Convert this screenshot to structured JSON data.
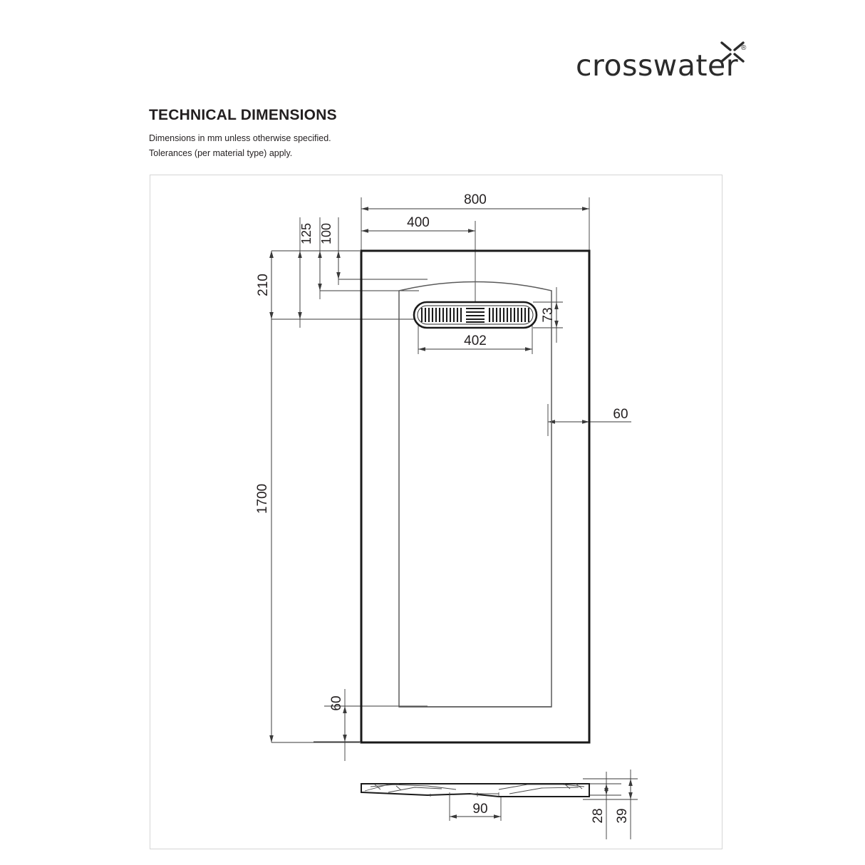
{
  "brand": {
    "name": "crosswater",
    "mark": "cross-x-icon",
    "registered": "®"
  },
  "header": {
    "title": "TECHNICAL DIMENSIONS",
    "subtitle_1": "Dimensions in mm unless otherwise specified.",
    "subtitle_2": "Tolerances (per material type) apply."
  },
  "drawing": {
    "units": "mm",
    "views": [
      {
        "name": "plan-view",
        "label": ""
      },
      {
        "name": "side-profile-view",
        "label": ""
      }
    ],
    "dimensions": {
      "overall_width": "800",
      "overall_length": "1700",
      "half_width": "400",
      "waste_offset_top": "210",
      "waste_edge_125": "125",
      "waste_edge_100": "100",
      "grate_length": "402",
      "grate_height": "73",
      "rim_right": "60",
      "rim_bottom": "60",
      "profile_drain_width": "90",
      "profile_height_28": "28",
      "profile_height_39": "39"
    }
  },
  "colors": {
    "ink": "#231f20",
    "frame": "#d5d5d5",
    "thin_line": "#6d6d6d"
  }
}
